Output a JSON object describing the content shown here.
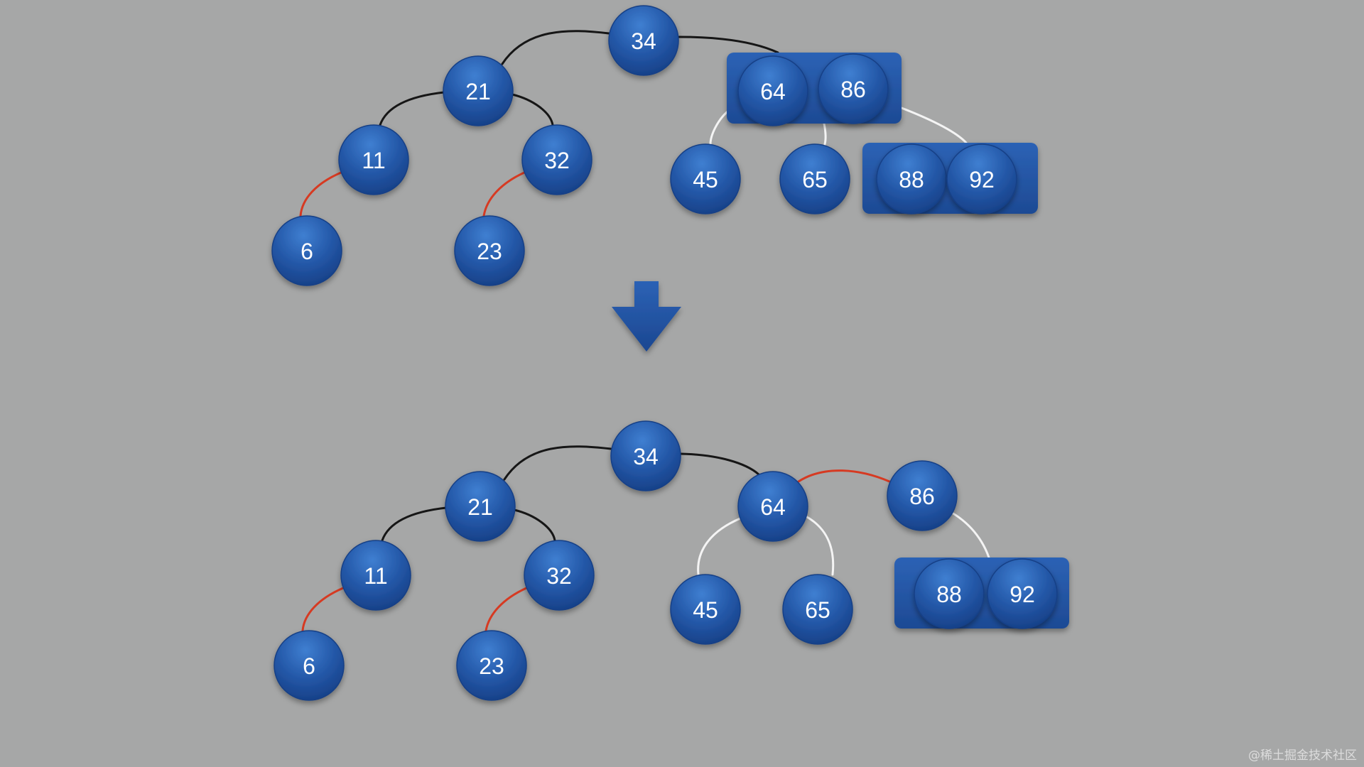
{
  "colors": {
    "background": "#a6a7a7",
    "node_fill": "#2458a8",
    "node_highlight": "#3f7fd1",
    "node_dark": "#163f86",
    "group_fill": "#24539f",
    "edge_black": "#161616",
    "edge_red": "#d63a22",
    "edge_white": "#f4f4f4",
    "arrow": "#2458a8"
  },
  "trees": [
    {
      "id": "before",
      "nodes": [
        {
          "id": "n34",
          "label": "34"
        },
        {
          "id": "n21",
          "label": "21"
        },
        {
          "id": "n11",
          "label": "11"
        },
        {
          "id": "n32",
          "label": "32"
        },
        {
          "id": "n6",
          "label": "6"
        },
        {
          "id": "n23",
          "label": "23"
        },
        {
          "id": "n64",
          "label": "64"
        },
        {
          "id": "n86",
          "label": "86"
        },
        {
          "id": "n45",
          "label": "45"
        },
        {
          "id": "n65",
          "label": "65"
        },
        {
          "id": "n88",
          "label": "88"
        },
        {
          "id": "n92",
          "label": "92"
        }
      ],
      "groups": [
        {
          "id": "g-64-86",
          "members": [
            "n64",
            "n86"
          ]
        },
        {
          "id": "g-88-92",
          "members": [
            "n88",
            "n92"
          ]
        }
      ],
      "edges": [
        {
          "from": "n34",
          "to": "n21",
          "color": "black"
        },
        {
          "from": "n34",
          "to": "g-64-86",
          "color": "black"
        },
        {
          "from": "n21",
          "to": "n11",
          "color": "black"
        },
        {
          "from": "n21",
          "to": "n32",
          "color": "black"
        },
        {
          "from": "n11",
          "to": "n6",
          "color": "red"
        },
        {
          "from": "n32",
          "to": "n23",
          "color": "red"
        },
        {
          "from": "g-64-86",
          "to": "n45",
          "color": "white"
        },
        {
          "from": "g-64-86",
          "to": "n65",
          "color": "white"
        },
        {
          "from": "g-64-86",
          "to": "g-88-92",
          "color": "white"
        }
      ]
    },
    {
      "id": "after",
      "nodes": [
        {
          "id": "n34",
          "label": "34"
        },
        {
          "id": "n21",
          "label": "21"
        },
        {
          "id": "n11",
          "label": "11"
        },
        {
          "id": "n32",
          "label": "32"
        },
        {
          "id": "n6",
          "label": "6"
        },
        {
          "id": "n23",
          "label": "23"
        },
        {
          "id": "n64",
          "label": "64"
        },
        {
          "id": "n86",
          "label": "86"
        },
        {
          "id": "n45",
          "label": "45"
        },
        {
          "id": "n65",
          "label": "65"
        },
        {
          "id": "n88",
          "label": "88"
        },
        {
          "id": "n92",
          "label": "92"
        }
      ],
      "groups": [
        {
          "id": "g-88-92",
          "members": [
            "n88",
            "n92"
          ]
        }
      ],
      "edges": [
        {
          "from": "n34",
          "to": "n21",
          "color": "black"
        },
        {
          "from": "n34",
          "to": "n64",
          "color": "black"
        },
        {
          "from": "n21",
          "to": "n11",
          "color": "black"
        },
        {
          "from": "n21",
          "to": "n32",
          "color": "black"
        },
        {
          "from": "n11",
          "to": "n6",
          "color": "red"
        },
        {
          "from": "n32",
          "to": "n23",
          "color": "red"
        },
        {
          "from": "n64",
          "to": "n86",
          "color": "red"
        },
        {
          "from": "n64",
          "to": "n45",
          "color": "white"
        },
        {
          "from": "n64",
          "to": "n65",
          "color": "white"
        },
        {
          "from": "n86",
          "to": "g-88-92",
          "color": "white"
        }
      ]
    }
  ],
  "transition_arrow": {
    "icon": "down-arrow-icon"
  },
  "watermark": "@稀土掘金技术社区"
}
